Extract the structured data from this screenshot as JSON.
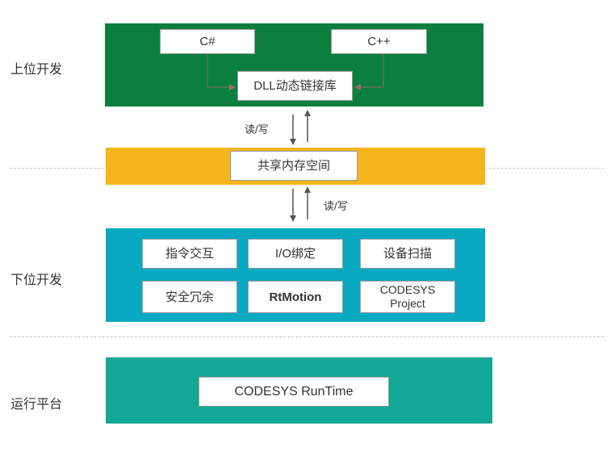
{
  "layers": {
    "upper_dev": "上位开发",
    "lower_dev": "下位开发",
    "runtime_platform": "运行平台"
  },
  "top_band": {
    "color": "#0a7f3f",
    "csharp": "C#",
    "cpp": "C++",
    "dll": "DLL动态链接库"
  },
  "shared_band": {
    "color": "#f5b51c",
    "shared_memory": "共享内存空间"
  },
  "read_write_label_1": "读/写",
  "read_write_label_2": "读/写",
  "lower_band": {
    "color": "#0aa9c2",
    "items": [
      "指令交互",
      "I/O绑定",
      "设备扫描",
      "安全冗余",
      "RtMotion"
    ],
    "codesys_line1": "CODESYS",
    "codesys_line2": "Project"
  },
  "runtime_band": {
    "color": "#13a795",
    "runtime": "CODESYS RunTime"
  },
  "colors": {
    "arrow": "#555555",
    "connector": "#9a6a6a",
    "dash": "#c8c8c8"
  }
}
